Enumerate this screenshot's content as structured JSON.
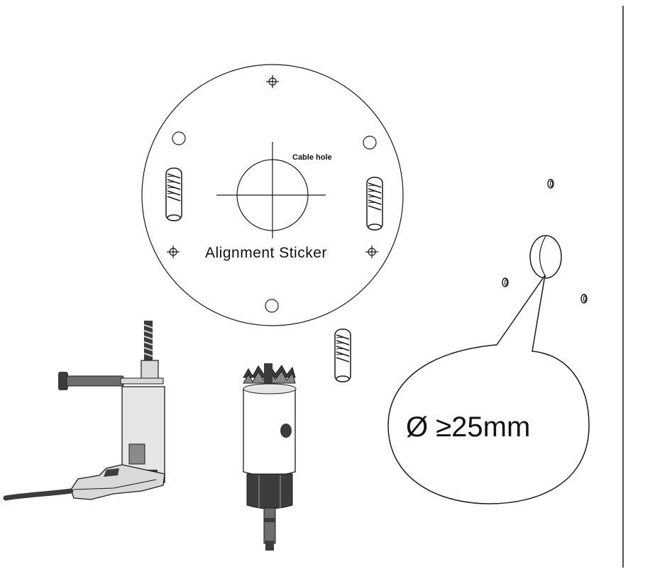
{
  "sticker": {
    "title": "Alignment  Sticker",
    "cable_hole_label": "Cable  hole"
  },
  "callout": {
    "text": "Ø ≥25mm"
  },
  "colors": {
    "line": "#1a1a1a",
    "tool_dark": "#3c3c3c",
    "tool_mid": "#8a8a8a",
    "tool_light": "#d9d9d9",
    "background": "#ffffff"
  },
  "icons": [
    "drill-icon",
    "hole-saw-icon",
    "wall-anchor-icon",
    "crosshair-icon"
  ]
}
